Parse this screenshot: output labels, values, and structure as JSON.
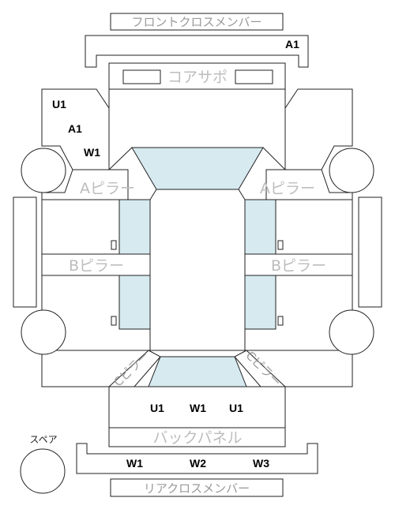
{
  "labels": {
    "front_cross_member": "フロントクロスメンバー",
    "core_support": "コアサポ",
    "a_pillar_left": "Aピラー",
    "a_pillar_right": "Aピラー",
    "b_pillar_left": "Bピラー",
    "b_pillar_right": "Bピラー",
    "c_pillar_left": "Cピラー",
    "c_pillar_right": "Cピラー",
    "back_panel": "バックパネル",
    "rear_cross_member": "リアクロスメンバー",
    "spare": "スペア"
  },
  "marks": {
    "front_cross_member": "A1",
    "front_left_u": "U1",
    "front_left_a": "A1",
    "front_left_w": "W1",
    "rear_u_left": "U1",
    "rear_w": "W1",
    "rear_u_right": "U1",
    "rear_cross_w1": "W1",
    "rear_cross_w2": "W2",
    "rear_cross_w3": "W3"
  }
}
